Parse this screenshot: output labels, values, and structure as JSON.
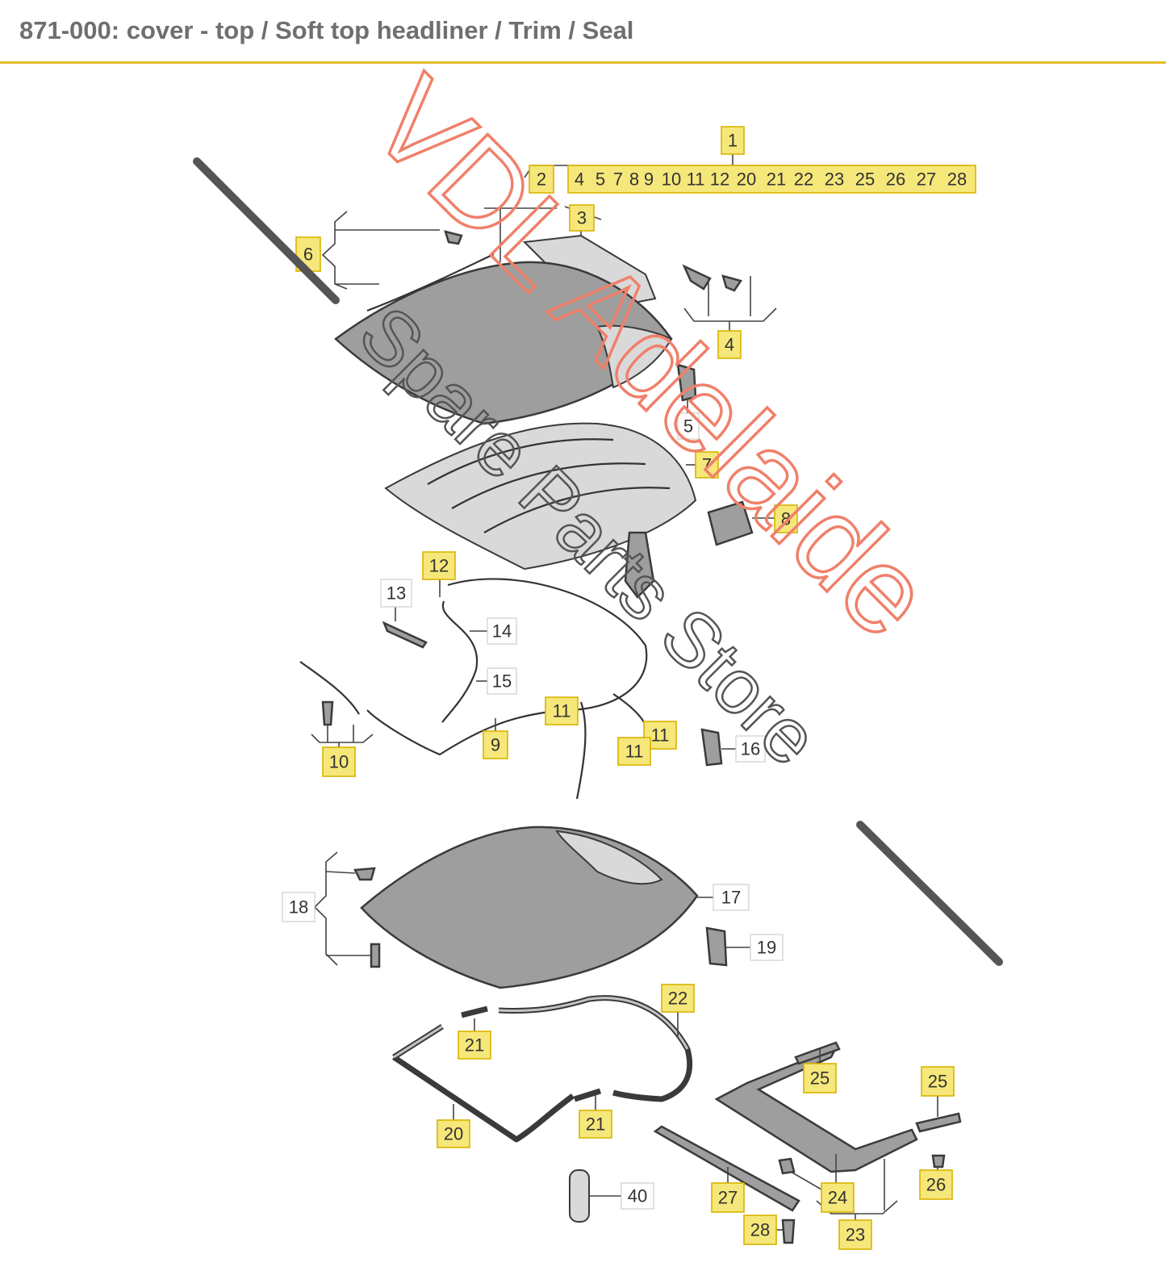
{
  "header": {
    "title": "871-000: cover - top / Soft top headliner / Trim / Seal"
  },
  "colors": {
    "accent_rule": "#e2bd2a",
    "callout_fill": "#f6e77a",
    "callout_border": "#d9b400",
    "watermark_main": "#f0806a",
    "watermark_sub": "#555555"
  },
  "watermark": {
    "main": "VDL Adelaide",
    "sub": "Spare Parts Store"
  },
  "callouts": {
    "c1": "1",
    "c2": "2",
    "c3": "3",
    "row": [
      "4",
      "5",
      "7",
      "8",
      "9",
      "10",
      "11",
      "12",
      "20",
      "21",
      "22",
      "23",
      "25",
      "26",
      "27",
      "28"
    ],
    "c4": "4",
    "c5": "5",
    "c6": "6",
    "c7": "7",
    "c8": "8",
    "c9": "9",
    "c10": "10",
    "c11a": "11",
    "c11b": "11",
    "c11c": "11",
    "c12": "12",
    "c13": "13",
    "c14": "14",
    "c15": "15",
    "c16": "16",
    "c17": "17",
    "c18": "18",
    "c19": "19",
    "c20": "20",
    "c21a": "21",
    "c21b": "21",
    "c22": "22",
    "c23": "23",
    "c24": "24",
    "c25a": "25",
    "c25b": "25",
    "c26": "26",
    "c27": "27",
    "c28": "28",
    "c40": "40"
  }
}
